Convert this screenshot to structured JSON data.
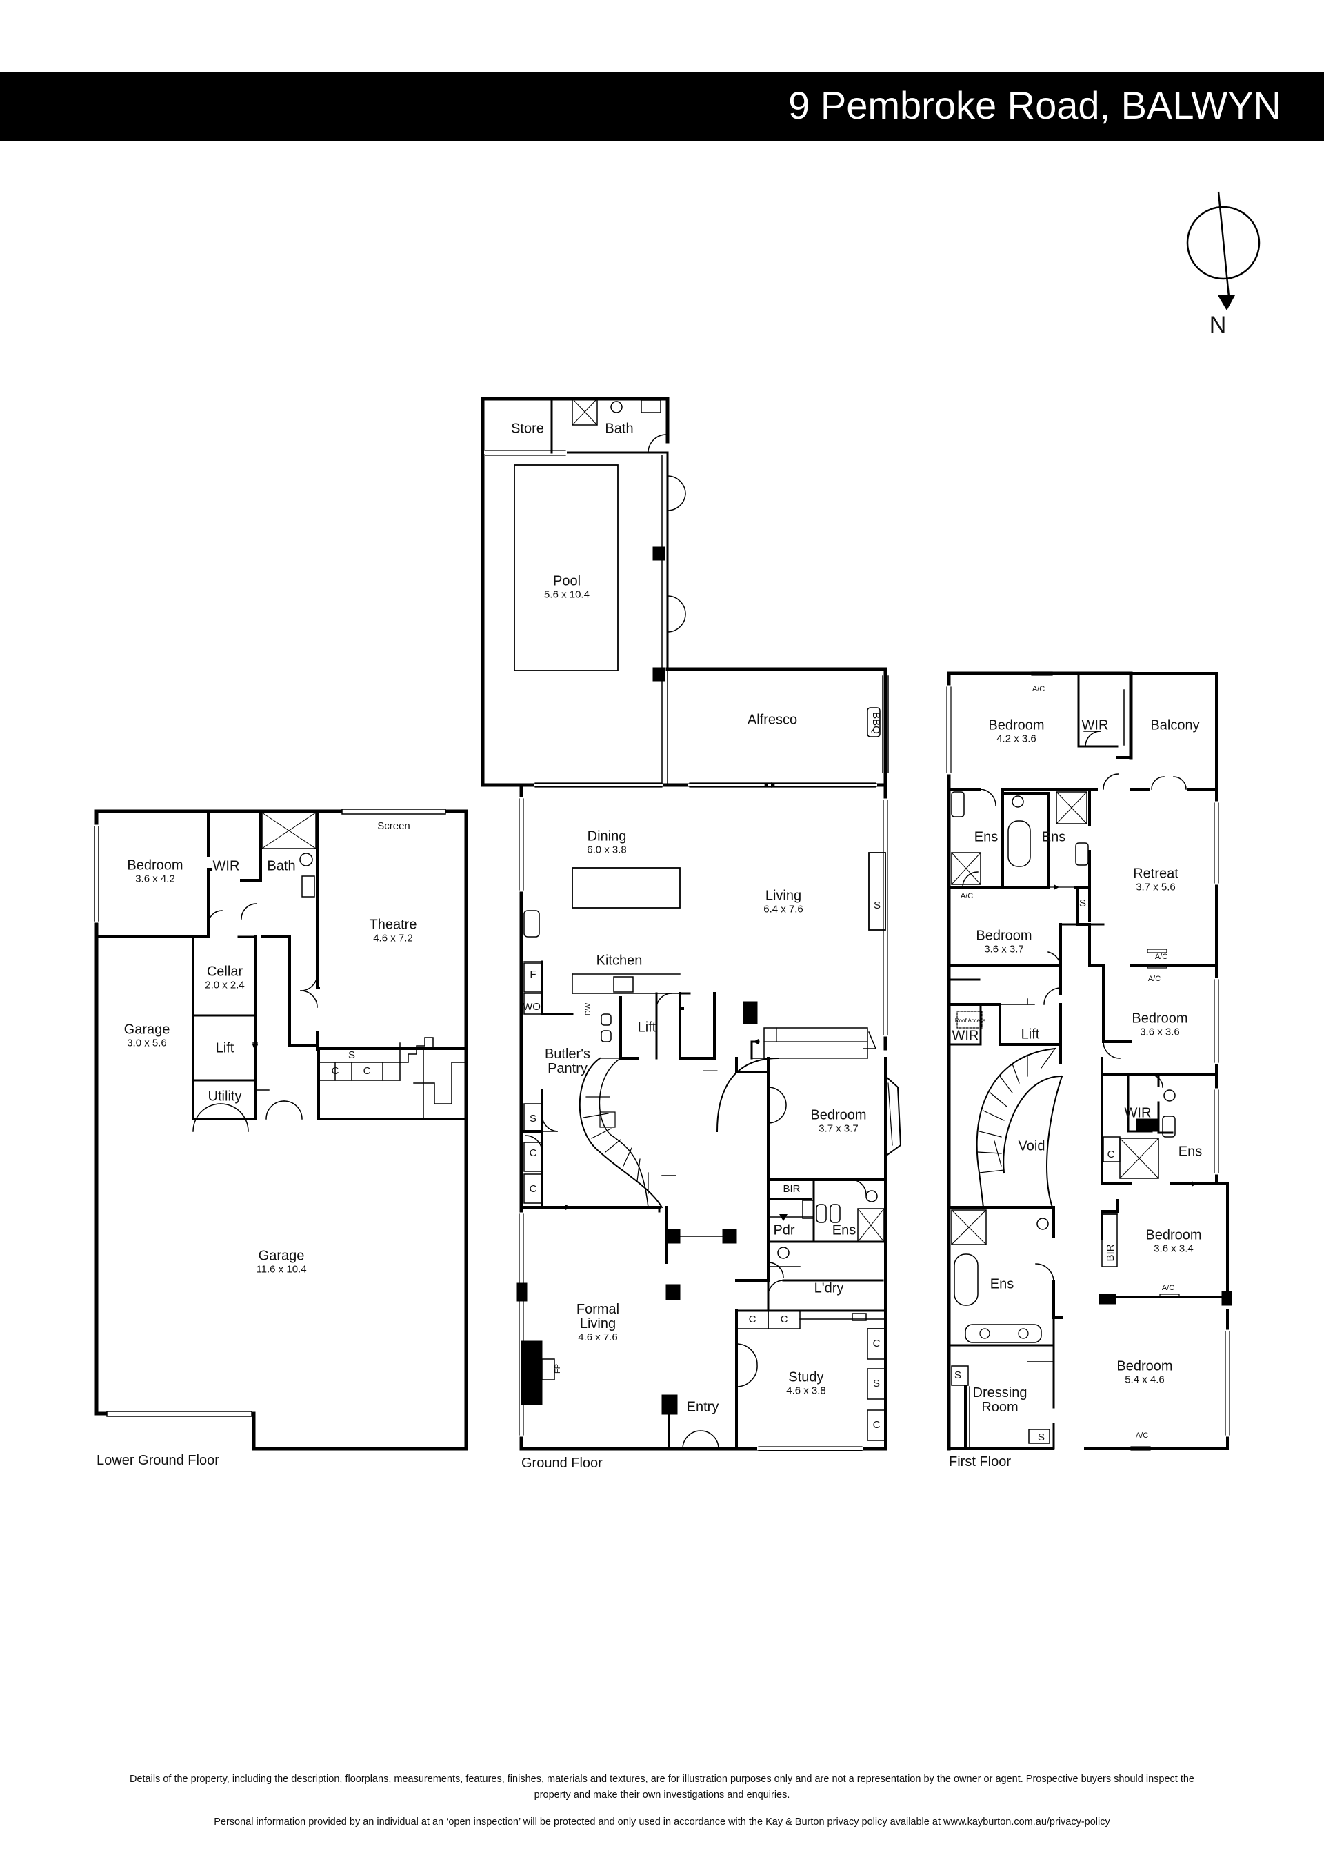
{
  "header": {
    "address": "9 Pembroke Road, BALWYN"
  },
  "north": {
    "label": "N"
  },
  "floors": {
    "lower": {
      "title": "Lower Ground Floor",
      "rooms": [
        {
          "id": "lg-bedroom",
          "name": "Bedroom",
          "dims": "3.6 x 4.2"
        },
        {
          "id": "lg-wir",
          "name": "WIR",
          "dims": ""
        },
        {
          "id": "lg-bath",
          "name": "Bath",
          "dims": ""
        },
        {
          "id": "lg-screen",
          "name": "Screen",
          "dims": ""
        },
        {
          "id": "lg-theatre",
          "name": "Theatre",
          "dims": "4.6 x 7.2"
        },
        {
          "id": "lg-cellar",
          "name": "Cellar",
          "dims": "2.0 x 2.4"
        },
        {
          "id": "lg-garage-small",
          "name": "Garage",
          "dims": "3.0 x 5.6"
        },
        {
          "id": "lg-lift",
          "name": "Lift",
          "dims": ""
        },
        {
          "id": "lg-utility",
          "name": "Utility",
          "dims": ""
        },
        {
          "id": "lg-garage",
          "name": "Garage",
          "dims": "11.6 x 10.4"
        }
      ],
      "fixtures": [
        "S",
        "C",
        "C"
      ]
    },
    "ground": {
      "title": "Ground Floor",
      "rooms": [
        {
          "id": "gf-store",
          "name": "Store",
          "dims": ""
        },
        {
          "id": "gf-bath",
          "name": "Bath",
          "dims": ""
        },
        {
          "id": "gf-pool",
          "name": "Pool",
          "dims": "5.6 x 10.4"
        },
        {
          "id": "gf-alfresco",
          "name": "Alfresco",
          "dims": ""
        },
        {
          "id": "gf-bbq",
          "name": "BBQ",
          "dims": ""
        },
        {
          "id": "gf-dining",
          "name": "Dining",
          "dims": "6.0 x 3.8"
        },
        {
          "id": "gf-living",
          "name": "Living",
          "dims": "6.4 x 7.6"
        },
        {
          "id": "gf-kitchen",
          "name": "Kitchen",
          "dims": ""
        },
        {
          "id": "gf-lift",
          "name": "Lift",
          "dims": ""
        },
        {
          "id": "gf-butlers",
          "name": "Butler's",
          "dims": "Pantry"
        },
        {
          "id": "gf-bedroom",
          "name": "Bedroom",
          "dims": "3.7 x 3.7"
        },
        {
          "id": "gf-bir",
          "name": "BIR",
          "dims": ""
        },
        {
          "id": "gf-pdr",
          "name": "Pdr",
          "dims": ""
        },
        {
          "id": "gf-ens",
          "name": "Ens",
          "dims": ""
        },
        {
          "id": "gf-ldry",
          "name": "L'dry",
          "dims": ""
        },
        {
          "id": "gf-formal",
          "name": "Formal",
          "dims": "Living"
        },
        {
          "id": "gf-study",
          "name": "Study",
          "dims": "4.6 x 3.8"
        },
        {
          "id": "gf-entry",
          "name": "Entry",
          "dims": ""
        }
      ],
      "formal_dims": "4.6 x 7.6",
      "fixtures": {
        "f": "F",
        "wo": "WO",
        "dw": "DW",
        "s": "S",
        "c": "C",
        "fp": "FP"
      }
    },
    "first": {
      "title": "First Floor",
      "rooms": [
        {
          "id": "ff-bedroom1",
          "name": "Bedroom",
          "dims": "4.2 x 3.6"
        },
        {
          "id": "ff-wir1",
          "name": "WIR",
          "dims": ""
        },
        {
          "id": "ff-balcony",
          "name": "Balcony",
          "dims": ""
        },
        {
          "id": "ff-ens1",
          "name": "Ens",
          "dims": ""
        },
        {
          "id": "ff-ens2",
          "name": "Ens",
          "dims": ""
        },
        {
          "id": "ff-retreat",
          "name": "Retreat",
          "dims": "3.7 x 5.6"
        },
        {
          "id": "ff-bedroom2",
          "name": "Bedroom",
          "dims": "3.6 x 3.7"
        },
        {
          "id": "ff-bedroom3",
          "name": "Bedroom",
          "dims": "3.6 x 3.6"
        },
        {
          "id": "ff-wir2",
          "name": "WIR",
          "dims": ""
        },
        {
          "id": "ff-lift",
          "name": "Lift",
          "dims": ""
        },
        {
          "id": "ff-void",
          "name": "Void",
          "dims": ""
        },
        {
          "id": "ff-wir3",
          "name": "WIR",
          "dims": ""
        },
        {
          "id": "ff-ens3",
          "name": "Ens",
          "dims": ""
        },
        {
          "id": "ff-ens4",
          "name": "Ens",
          "dims": ""
        },
        {
          "id": "ff-bedroom4",
          "name": "Bedroom",
          "dims": "3.6 x 3.4"
        },
        {
          "id": "ff-bir",
          "name": "BIR",
          "dims": ""
        },
        {
          "id": "ff-dressing",
          "name": "Dressing",
          "dims": "Room"
        },
        {
          "id": "ff-bedroom5",
          "name": "Bedroom",
          "dims": "5.4 x 4.6"
        }
      ],
      "fixtures": {
        "ac": "A/C",
        "s": "S",
        "c": "C",
        "roof_access": "Roof Access"
      }
    }
  },
  "disclaimer": {
    "line1": "Details of the property, including the description, floorplans, measurements, features, finishes, materials and textures, are for illustration purposes only and are not a representation by the owner or agent.  Prospective buyers should inspect the",
    "line2": "property and make their own investigations and enquiries.",
    "line3": "Personal information provided by an individual at an ‘open inspection’ will be protected and only used in accordance with the Kay & Burton privacy policy available at www.kayburton.com.au/privacy-policy"
  }
}
